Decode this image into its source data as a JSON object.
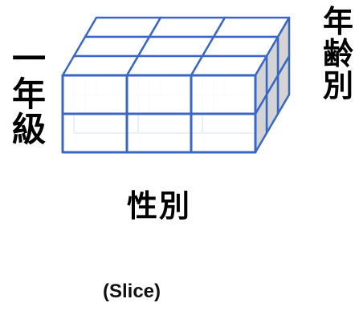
{
  "labels": {
    "left": [
      "一",
      "年",
      "級"
    ],
    "right": [
      "年",
      "齢",
      "別"
    ],
    "bottom": "性別",
    "caption": "(Slice)"
  },
  "cube": {
    "columns": 3,
    "rows": 2,
    "depth": 3,
    "highlighted_slice": "front-right-side",
    "colors": {
      "edge": "#3a67c6",
      "hidden_edge": "#c6d3ef",
      "slice_fill": "#d4d4d4"
    }
  }
}
